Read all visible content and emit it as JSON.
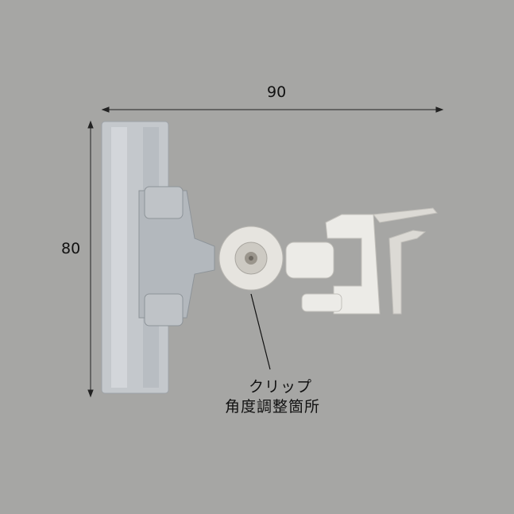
{
  "dimensions": {
    "width_label": "90",
    "height_label": "80"
  },
  "callout": {
    "line1": "クリップ",
    "line2": "角度調整箇所"
  }
}
